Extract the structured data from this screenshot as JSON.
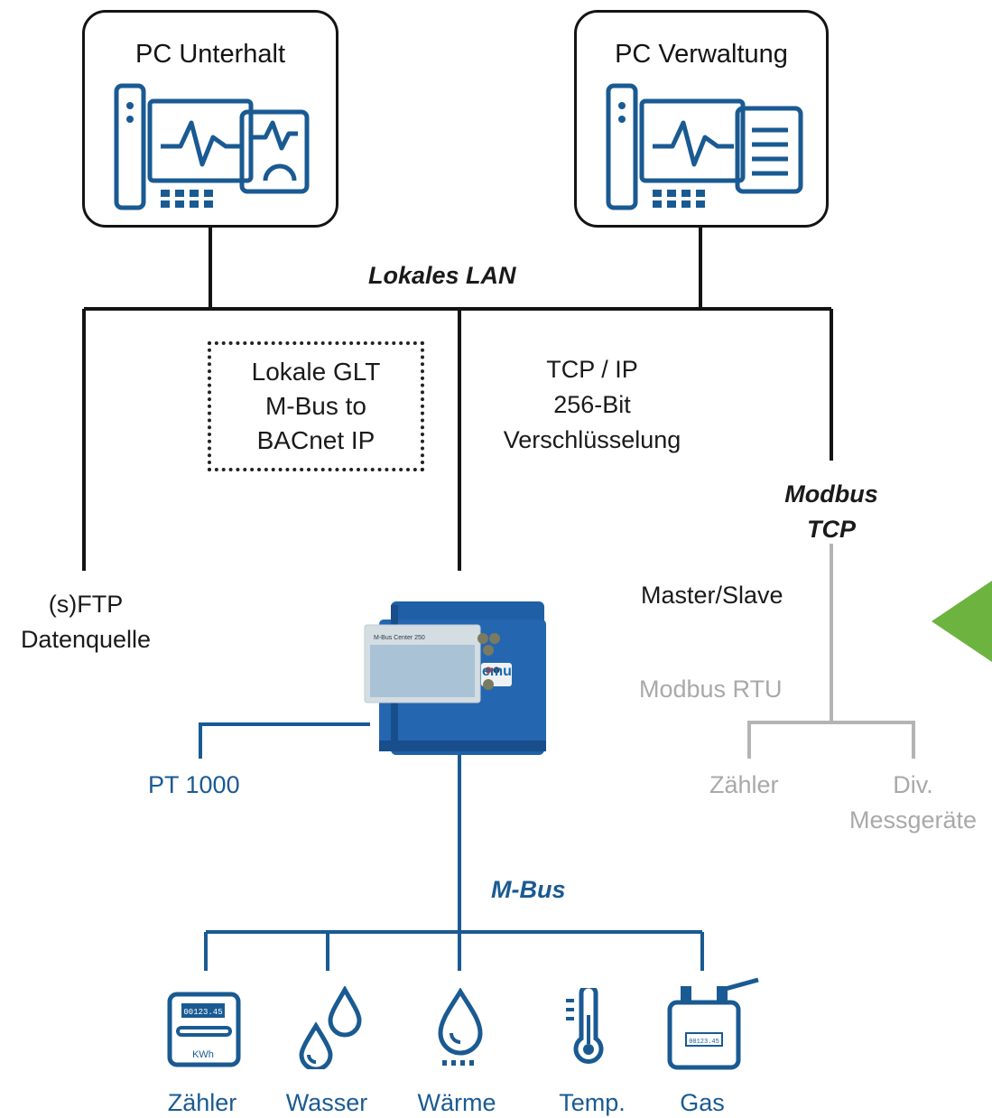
{
  "pc_unterhalt": {
    "title": "PC Unterhalt"
  },
  "pc_verwaltung": {
    "title": "PC Verwaltung"
  },
  "network": {
    "lan_label": "Lokales LAN",
    "tcp_lines": [
      "TCP / IP",
      "256-Bit",
      "Verschlüsselung"
    ],
    "ftp_lines": [
      "(s)FTP",
      "Datenquelle"
    ],
    "glt_lines": [
      "Lokale GLT",
      "M-Bus to",
      "BACnet IP"
    ],
    "modbus_tcp_lines": [
      "Modbus",
      "TCP"
    ],
    "master_slave": "Master/Slave",
    "modbus_rtu": "Modbus RTU",
    "rtu_devices": [
      "Zähler",
      "Div.",
      "Messgeräte"
    ]
  },
  "device": {
    "name": "M-Bus Center 250",
    "brand": "emu",
    "pt1000": "PT 1000",
    "mbus_label": "M-Bus",
    "meter_display": "00123.45",
    "meter_unit": "KWh"
  },
  "meters": [
    {
      "label": "Zähler",
      "icon": "electric-meter-icon"
    },
    {
      "label": "Wasser",
      "icon": "water-drops-icon"
    },
    {
      "label": "Wärme",
      "icon": "heat-flame-icon"
    },
    {
      "label": "Temp.",
      "icon": "thermometer-icon"
    },
    {
      "label": "Gas",
      "icon": "gas-meter-icon"
    }
  ],
  "colors": {
    "blue": "#1a5a92",
    "grey": "#a9a9a9",
    "black": "#141414",
    "green": "#6cb33f"
  }
}
